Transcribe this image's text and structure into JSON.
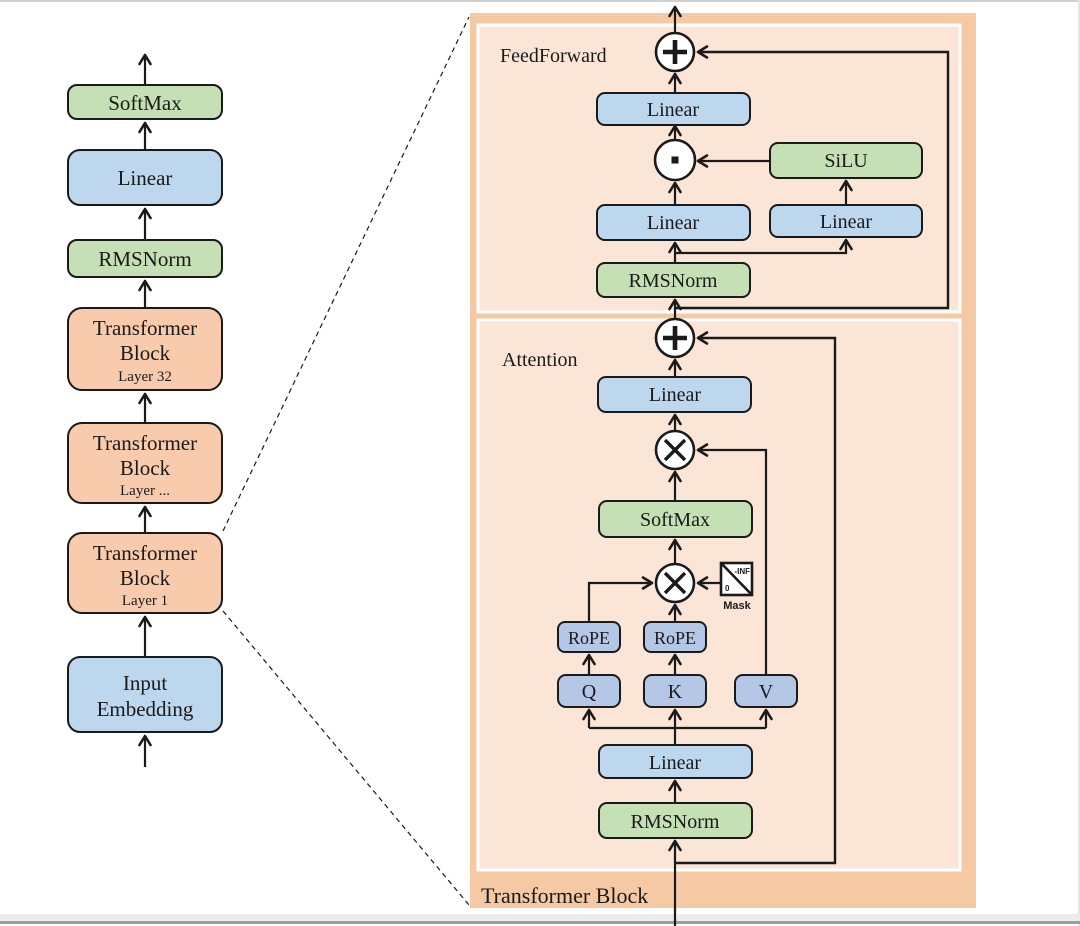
{
  "left_column": {
    "blocks": [
      {
        "line1": "SoftMax"
      },
      {
        "line1": "Linear"
      },
      {
        "line1": "RMSNorm"
      },
      {
        "line1": "Transformer",
        "line2": "Block",
        "sub": "Layer 32"
      },
      {
        "line1": "Transformer",
        "line2": "Block",
        "sub": "Layer ..."
      },
      {
        "line1": "Transformer",
        "line2": "Block",
        "sub": "Layer 1"
      },
      {
        "line1": "Input",
        "line2": "Embedding"
      }
    ]
  },
  "panel": {
    "title": "Transformer Block",
    "feedforward": {
      "label": "FeedForward",
      "linear_out": "Linear",
      "silu": "SiLU",
      "linear_left": "Linear",
      "linear_right": "Linear",
      "rmsnorm": "RMSNorm"
    },
    "attention": {
      "label": "Attention",
      "linear_out": "Linear",
      "softmax": "SoftMax",
      "rope_q": "RoPE",
      "rope_k": "RoPE",
      "q": "Q",
      "k": "K",
      "v": "V",
      "linear_in": "Linear",
      "rmsnorm": "RMSNorm",
      "mask_label": "Mask",
      "mask_zero": "0",
      "mask_neg_inf": "-INF"
    }
  },
  "icons": {
    "add": "plus-circle",
    "multiply": "times-circle",
    "hadamard": "dot-circle"
  },
  "colors": {
    "green": "#c5e0b4",
    "blue": "#bdd7ee",
    "lavender": "#b4c7e7",
    "orange_block": "#f8cbad",
    "panel_band": "#f5c9a4",
    "panel_fill": "#fbe5d6",
    "stroke": "#1a1a1a"
  }
}
